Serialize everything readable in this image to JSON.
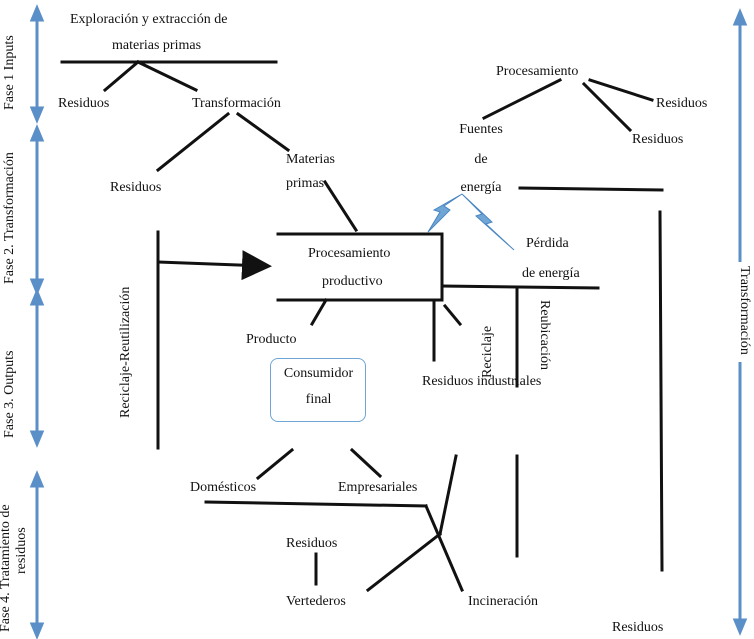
{
  "phases": {
    "fase1": "Fase 1 Inputs",
    "fase2": "Fase 2. Transformación",
    "fase3": "Fase 3. Outputs",
    "fase4_line1": "Fase 4. Tratamiento de",
    "fase4_line2": "residuos"
  },
  "right_label": "Transformación",
  "nodes": {
    "exploracion_line1": "Exploración y extracción de",
    "exploracion_line2": "materias primas",
    "residuos_1": "Residuos",
    "transformacion": "Transformación",
    "residuos_2": "Residuos",
    "materias_line1": "Materias",
    "materias_line2": "primas",
    "procesamiento_top": "Procesamiento",
    "residuos_3": "Residuos",
    "residuos_4": "Residuos",
    "fuentes_line1": "Fuentes",
    "fuentes_line2": "de",
    "fuentes_line3": "energía",
    "proc_prod_line1": "Procesamiento",
    "proc_prod_line2": "productivo",
    "perdida_line1": "Pérdida",
    "perdida_line2": "de energía",
    "reciclaje_reutilizacion": "Reciclaje-Reutilización",
    "producto": "Producto",
    "reciclaje": "Reciclaje",
    "reubicacion": "Reubicación",
    "consumidor_line1": "Consumidor",
    "consumidor_line2": "final",
    "residuos_industriales": "Residuos industriales",
    "domesticos": "Domésticos",
    "empresariales": "Empresariales",
    "residuos_5": "Residuos",
    "vertederos": "Vertederos",
    "incineracion": "Incineración",
    "residuos_6": "Residuos"
  },
  "colors": {
    "phase_arrow": "#5b8fc7",
    "lines": "#111111",
    "energy_bolt": "#6fa6d6",
    "consumer_border": "#6fa6d6"
  }
}
